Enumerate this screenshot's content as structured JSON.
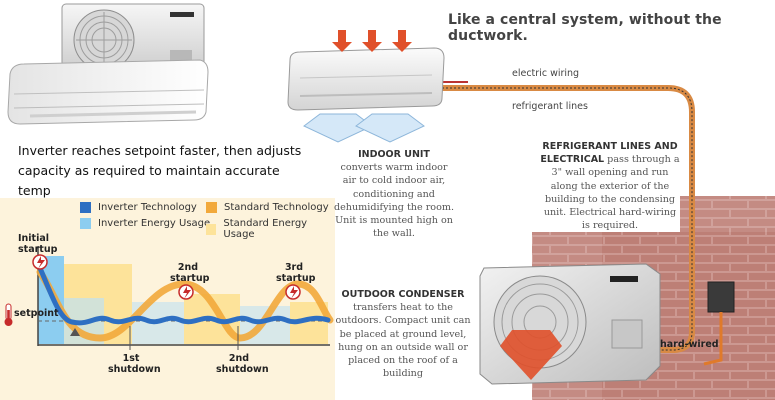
{
  "headline": "Like a central system, without the ductwork.",
  "inverter_note": "Inverter reaches setpoint faster, then adjusts capacity as required to maintain accurate temp",
  "legend": {
    "inverter_technology": "Inverter Technology",
    "inverter_energy": "Inverter Energy Usage",
    "standard_technology": "Standard Technology",
    "standard_energy": "Standard Energy Usage"
  },
  "chart_labels": {
    "initial_startup": "Initial startup",
    "second_startup": "2nd startup",
    "third_startup": "3rd startup",
    "setpoint": "setpoint",
    "first_shutdown": "1st shutdown",
    "second_shutdown": "2nd shutdown"
  },
  "diagram": {
    "electric_wiring": "electric wiring",
    "refrigerant_lines": "refrigerant lines",
    "hard_wired": "hard-wired",
    "indoor_title": "INDOOR UNIT",
    "indoor_desc": "converts warm indoor air to cold indoor air, conditioning and dehumidifying the room. Unit is mounted high on the wall.",
    "outdoor_title": "OUTDOOR CONDENSER",
    "outdoor_desc": "transfers heat to the outdoors. Compact unit can be placed at ground level, hung on an outside wall or placed on the roof of a building",
    "lines_title": "REFRIGERANT LINES AND ELECTRICAL",
    "lines_desc": "pass through a 3\" wall opening and run along the exterior of the building to the condensing unit. Electrical hard-wiring is required."
  },
  "colors": {
    "inverter_technology": "#2e6fc2",
    "inverter_energy": "#8ccdf0",
    "standard_technology": "#f2a93b",
    "standard_energy": "#fde39a",
    "arrow_red": "#e0502a",
    "brick": "#c9918a"
  }
}
